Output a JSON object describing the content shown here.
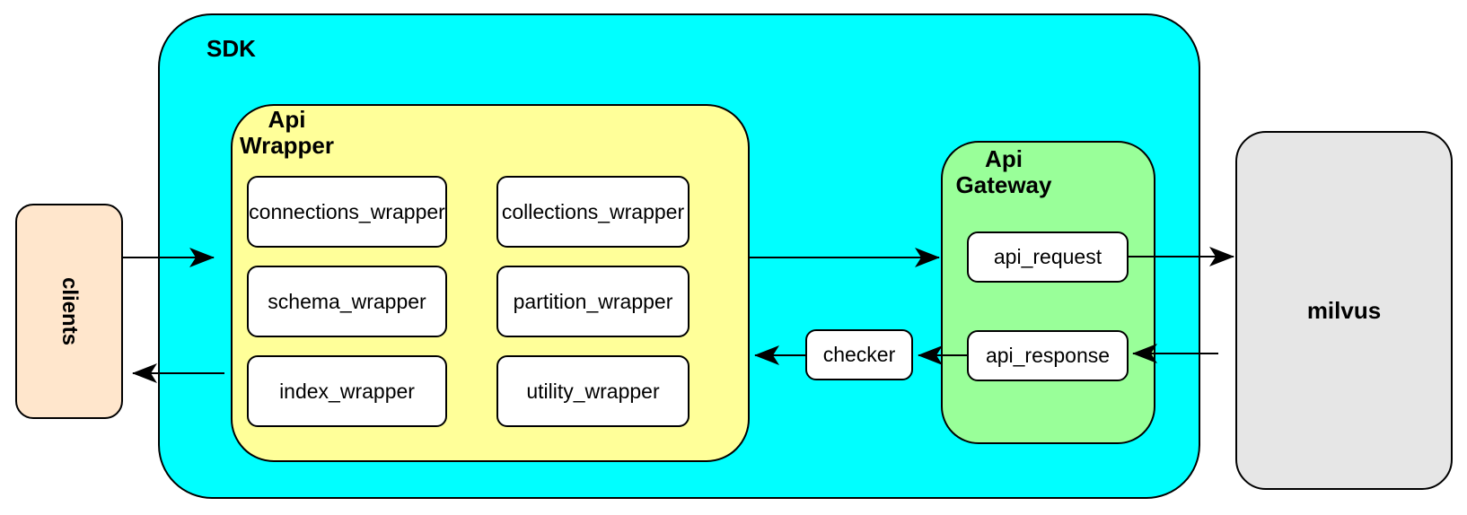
{
  "canvas": {
    "background": "#FFFFFF",
    "stroke": "#000000"
  },
  "groups": {
    "sdk": {
      "label": "SDK",
      "fill": "#00FFFF"
    },
    "api_wrapper": {
      "label_lines": "Api\nWrapper",
      "fill": "#FFFF99"
    },
    "api_gateway": {
      "label_lines": "Api\nGateway",
      "fill": "#99FF99"
    }
  },
  "nodes": {
    "clients": {
      "label": "clients",
      "fill": "#FFE6CC"
    },
    "milvus": {
      "label": "milvus",
      "fill": "#E6E6E6"
    },
    "connections_wrapper": {
      "label": "connections_wrapper",
      "fill": "#FFFFFF"
    },
    "collections_wrapper": {
      "label": "collections_wrapper",
      "fill": "#FFFFFF"
    },
    "schema_wrapper": {
      "label": "schema_wrapper",
      "fill": "#FFFFFF"
    },
    "partition_wrapper": {
      "label": "partition_wrapper",
      "fill": "#FFFFFF"
    },
    "index_wrapper": {
      "label": "index_wrapper",
      "fill": "#FFFFFF"
    },
    "utility_wrapper": {
      "label": "utility_wrapper",
      "fill": "#FFFFFF"
    },
    "checker": {
      "label": "checker",
      "fill": "#FFFFFF"
    },
    "api_request": {
      "label": "api_request",
      "fill": "#FFFFFF"
    },
    "api_response": {
      "label": "api_response",
      "fill": "#FFFFFF"
    }
  },
  "edges": [
    {
      "from": "clients",
      "to": "sdk",
      "direction": "right"
    },
    {
      "from": "api_wrapper",
      "to": "api_gateway",
      "direction": "right"
    },
    {
      "from": "api_request",
      "to": "milvus",
      "direction": "right"
    },
    {
      "from": "milvus",
      "to": "api_response",
      "direction": "left"
    },
    {
      "from": "api_response",
      "to": "checker",
      "direction": "left"
    },
    {
      "from": "checker",
      "to": "api_wrapper",
      "direction": "left"
    },
    {
      "from": "api_wrapper",
      "to": "clients",
      "direction": "left"
    }
  ]
}
